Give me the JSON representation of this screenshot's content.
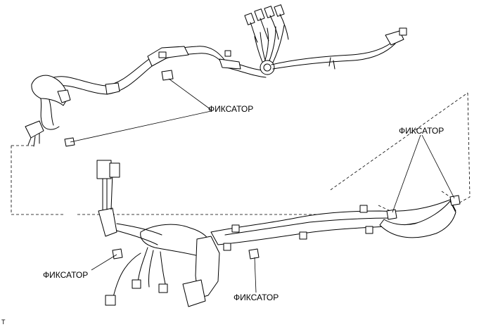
{
  "callouts": {
    "top_label": "ФИКСАТОР",
    "right_label": "ФИКСАТОР",
    "bottom_left_label": "ФИКСАТОР",
    "bottom_center_label": "ФИКСАТОР"
  },
  "corner_mark": "T"
}
